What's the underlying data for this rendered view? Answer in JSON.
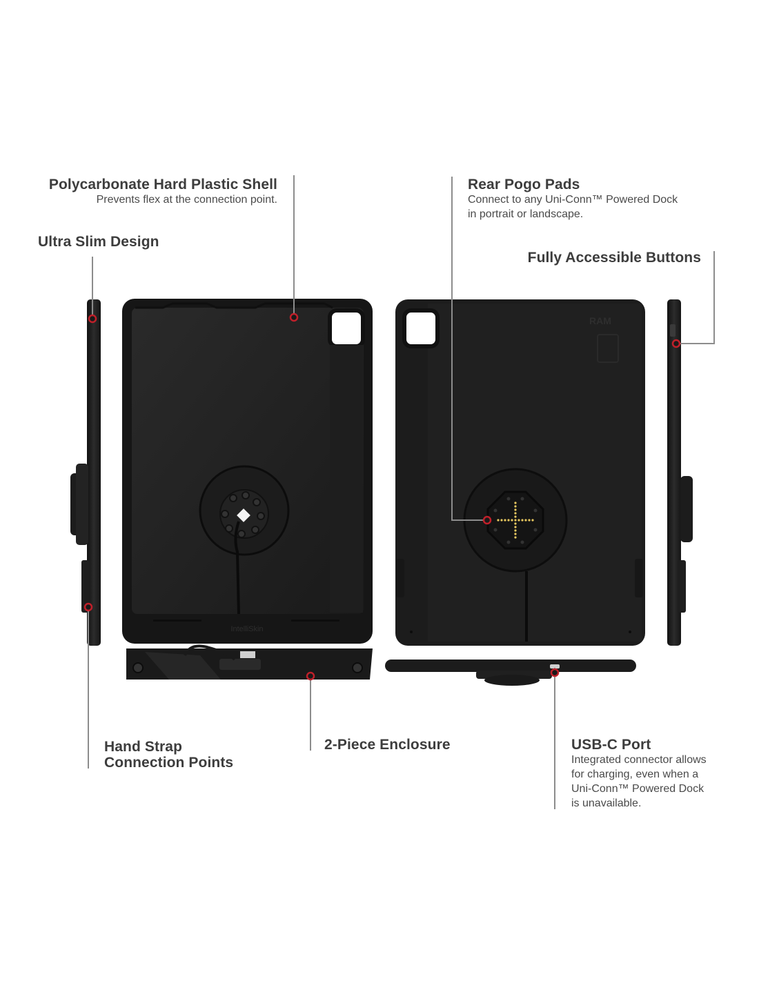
{
  "callouts": {
    "shell": {
      "title": "Polycarbonate Hard Plastic Shell",
      "desc": "Prevents flex at the connection point."
    },
    "slim": {
      "title": "Ultra Slim Design"
    },
    "pogo": {
      "title": "Rear Pogo Pads",
      "desc_line1": "Connect to any Uni-Conn™ Powered Dock",
      "desc_line2": "in portrait or landscape."
    },
    "buttons": {
      "title": "Fully Accessible Buttons"
    },
    "strap": {
      "title_line1": "Hand Strap",
      "title_line2": "Connection Points"
    },
    "enclosure": {
      "title": "2-Piece Enclosure"
    },
    "usbc": {
      "title": "USB-C Port",
      "desc_line1": "Integrated connector allows",
      "desc_line2": "for charging, even when a",
      "desc_line3": "Uni-Conn™ Powered Dock",
      "desc_line4": "is unavailable."
    }
  },
  "logos": {
    "front_imprint": "IntelliSkin",
    "rear_brand": "RAM"
  },
  "colors": {
    "case": "#1b1b1b",
    "case_edge": "#2a2a2a",
    "leader": "#8c8c8c",
    "dot_ring": "#c0202a",
    "pogo": "#e8c860"
  }
}
